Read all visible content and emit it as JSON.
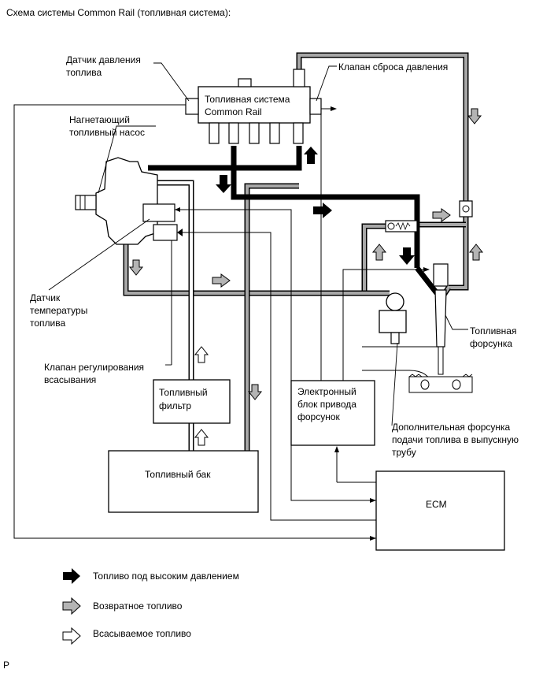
{
  "title": "Схема системы Common Rail (топливная система):",
  "labels": {
    "fuel_pressure_sensor": [
      "Датчик давления",
      "топлива"
    ],
    "pressure_relief_valve": "Клапан сброса давления",
    "common_rail": [
      "Топливная система",
      "Common Rail"
    ],
    "supply_pump": [
      "Нагнетающий",
      "топливный насос"
    ],
    "fuel_temp_sensor": [
      "Датчик",
      "температуры",
      "топлива"
    ],
    "suction_control_valve": [
      "Клапан регулирования",
      "всасывания"
    ],
    "fuel_filter": [
      "Топливный",
      "фильтр"
    ],
    "fuel_tank": "Топливный бак",
    "injector_driver": [
      "Электронный",
      "блок привода",
      "форсунок"
    ],
    "exhaust_injector": [
      "Дополнительная форсунка",
      "подачи топлива в выпускную",
      "трубу"
    ],
    "fuel_injector": [
      "Топливная",
      "форсунка"
    ],
    "ecm": "ECM"
  },
  "legend": {
    "high_pressure": "Топливо под высоким давлением",
    "return": "Возвратное топливо",
    "suction": "Всасываемое топливо"
  },
  "footer_code": "P",
  "colors": {
    "high_pressure_line": "#000000",
    "return_line": "#a0a0a0",
    "outline": "#000000"
  }
}
